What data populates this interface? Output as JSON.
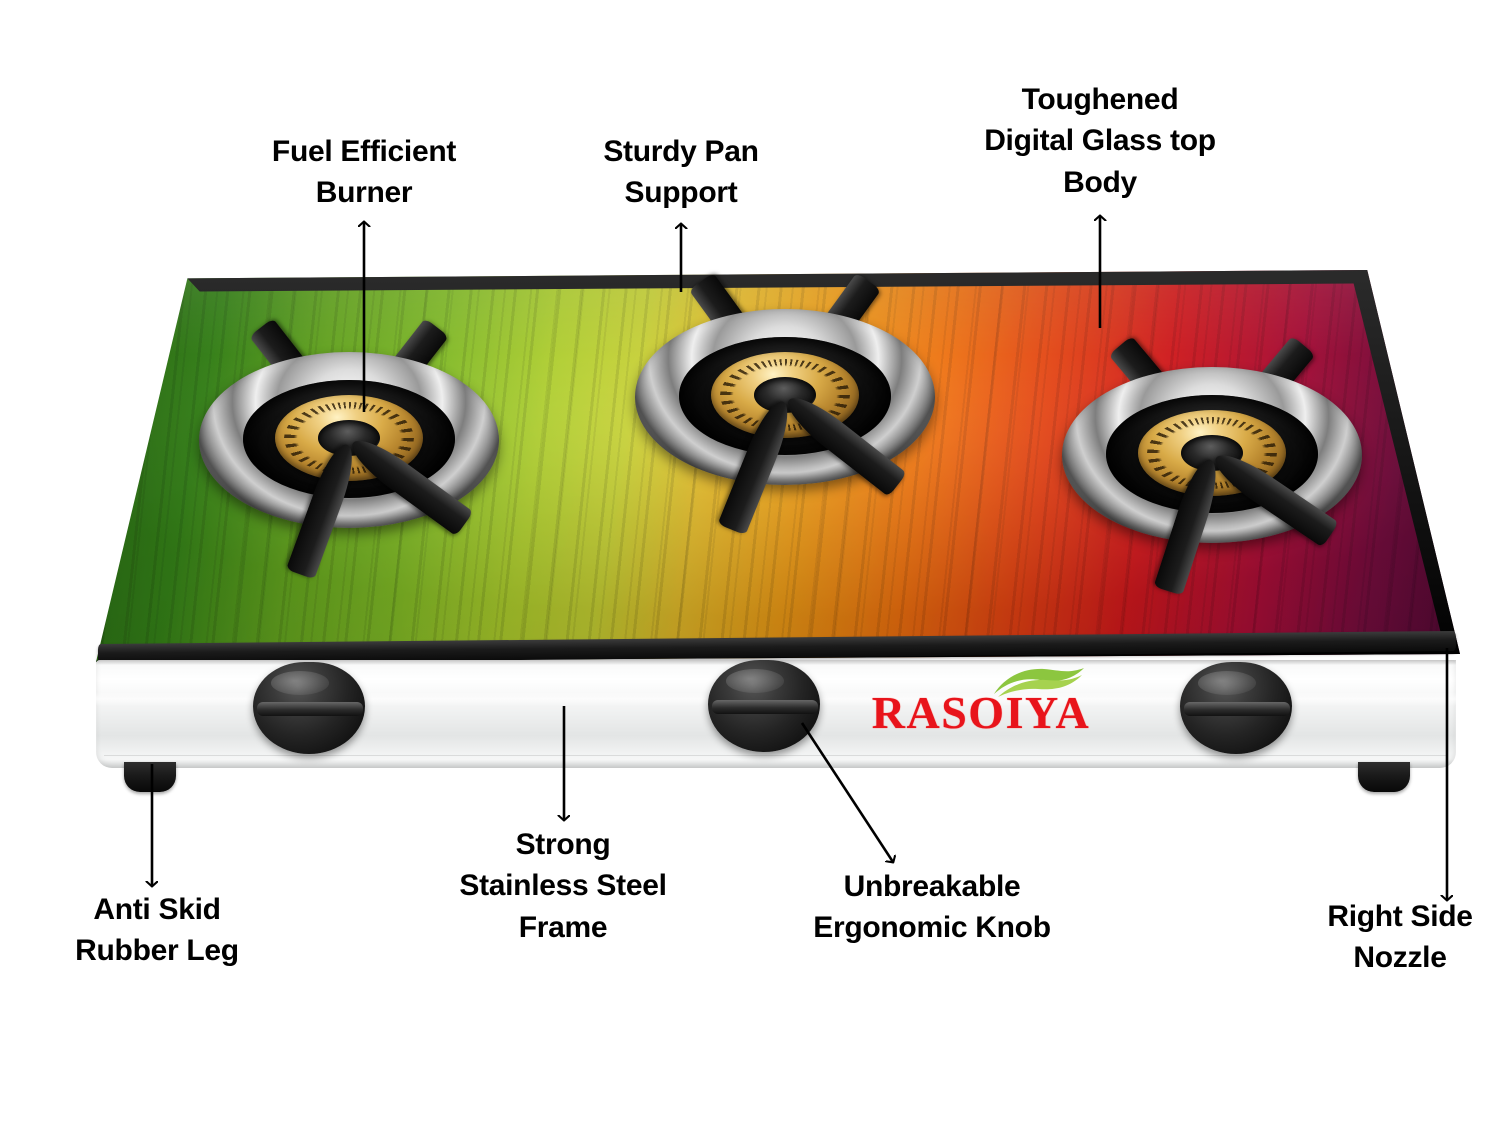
{
  "product": {
    "brand": "RASOIYA",
    "type": "3-burner glass top gas stove feature diagram",
    "background_color": "#ffffff"
  },
  "callouts": [
    {
      "id": "fuel-efficient-burner",
      "label": "Fuel Efficient\nBurner",
      "points_to": "burner",
      "arrow_direction": "up"
    },
    {
      "id": "sturdy-pan-support",
      "label": "Sturdy Pan\nSupport",
      "points_to": "pan-support",
      "arrow_direction": "up"
    },
    {
      "id": "toughened-glass-top",
      "label": "Toughened\nDigital Glass top\nBody",
      "points_to": "glass-top",
      "arrow_direction": "up"
    },
    {
      "id": "anti-skid-rubber-leg",
      "label": "Anti Skid\nRubber Leg",
      "points_to": "rubber-leg",
      "arrow_direction": "down"
    },
    {
      "id": "strong-stainless-steel-frame",
      "label": "Strong\nStainless Steel\nFrame",
      "points_to": "body-frame",
      "arrow_direction": "down"
    },
    {
      "id": "unbreakable-ergonomic-knob",
      "label": "Unbreakable\nErgonomic Knob",
      "points_to": "control-knob",
      "arrow_direction": "down-right"
    },
    {
      "id": "right-side-nozzle",
      "label": "Right Side\nNozzle",
      "points_to": "right-nozzle",
      "arrow_direction": "down"
    }
  ],
  "colors": {
    "text": "#000000",
    "arrow": "#000000",
    "brand_red": "#e8141b",
    "brand_leaf_green": "#8cc63f",
    "steel_light": "#f6f7f7",
    "steel_shadow": "#d9dbdb",
    "knob_black": "#141414",
    "brass": "#d9ab48",
    "glass_bevel": "#111111"
  },
  "parts": {
    "burners": [
      "left-burner",
      "center-burner",
      "right-burner"
    ],
    "knobs": [
      "left-knob",
      "center-knob",
      "right-knob"
    ],
    "legs": [
      "left-rubber-leg",
      "right-rubber-leg"
    ],
    "glass_top_print": "printed fruit and vegetable photo graphic"
  }
}
